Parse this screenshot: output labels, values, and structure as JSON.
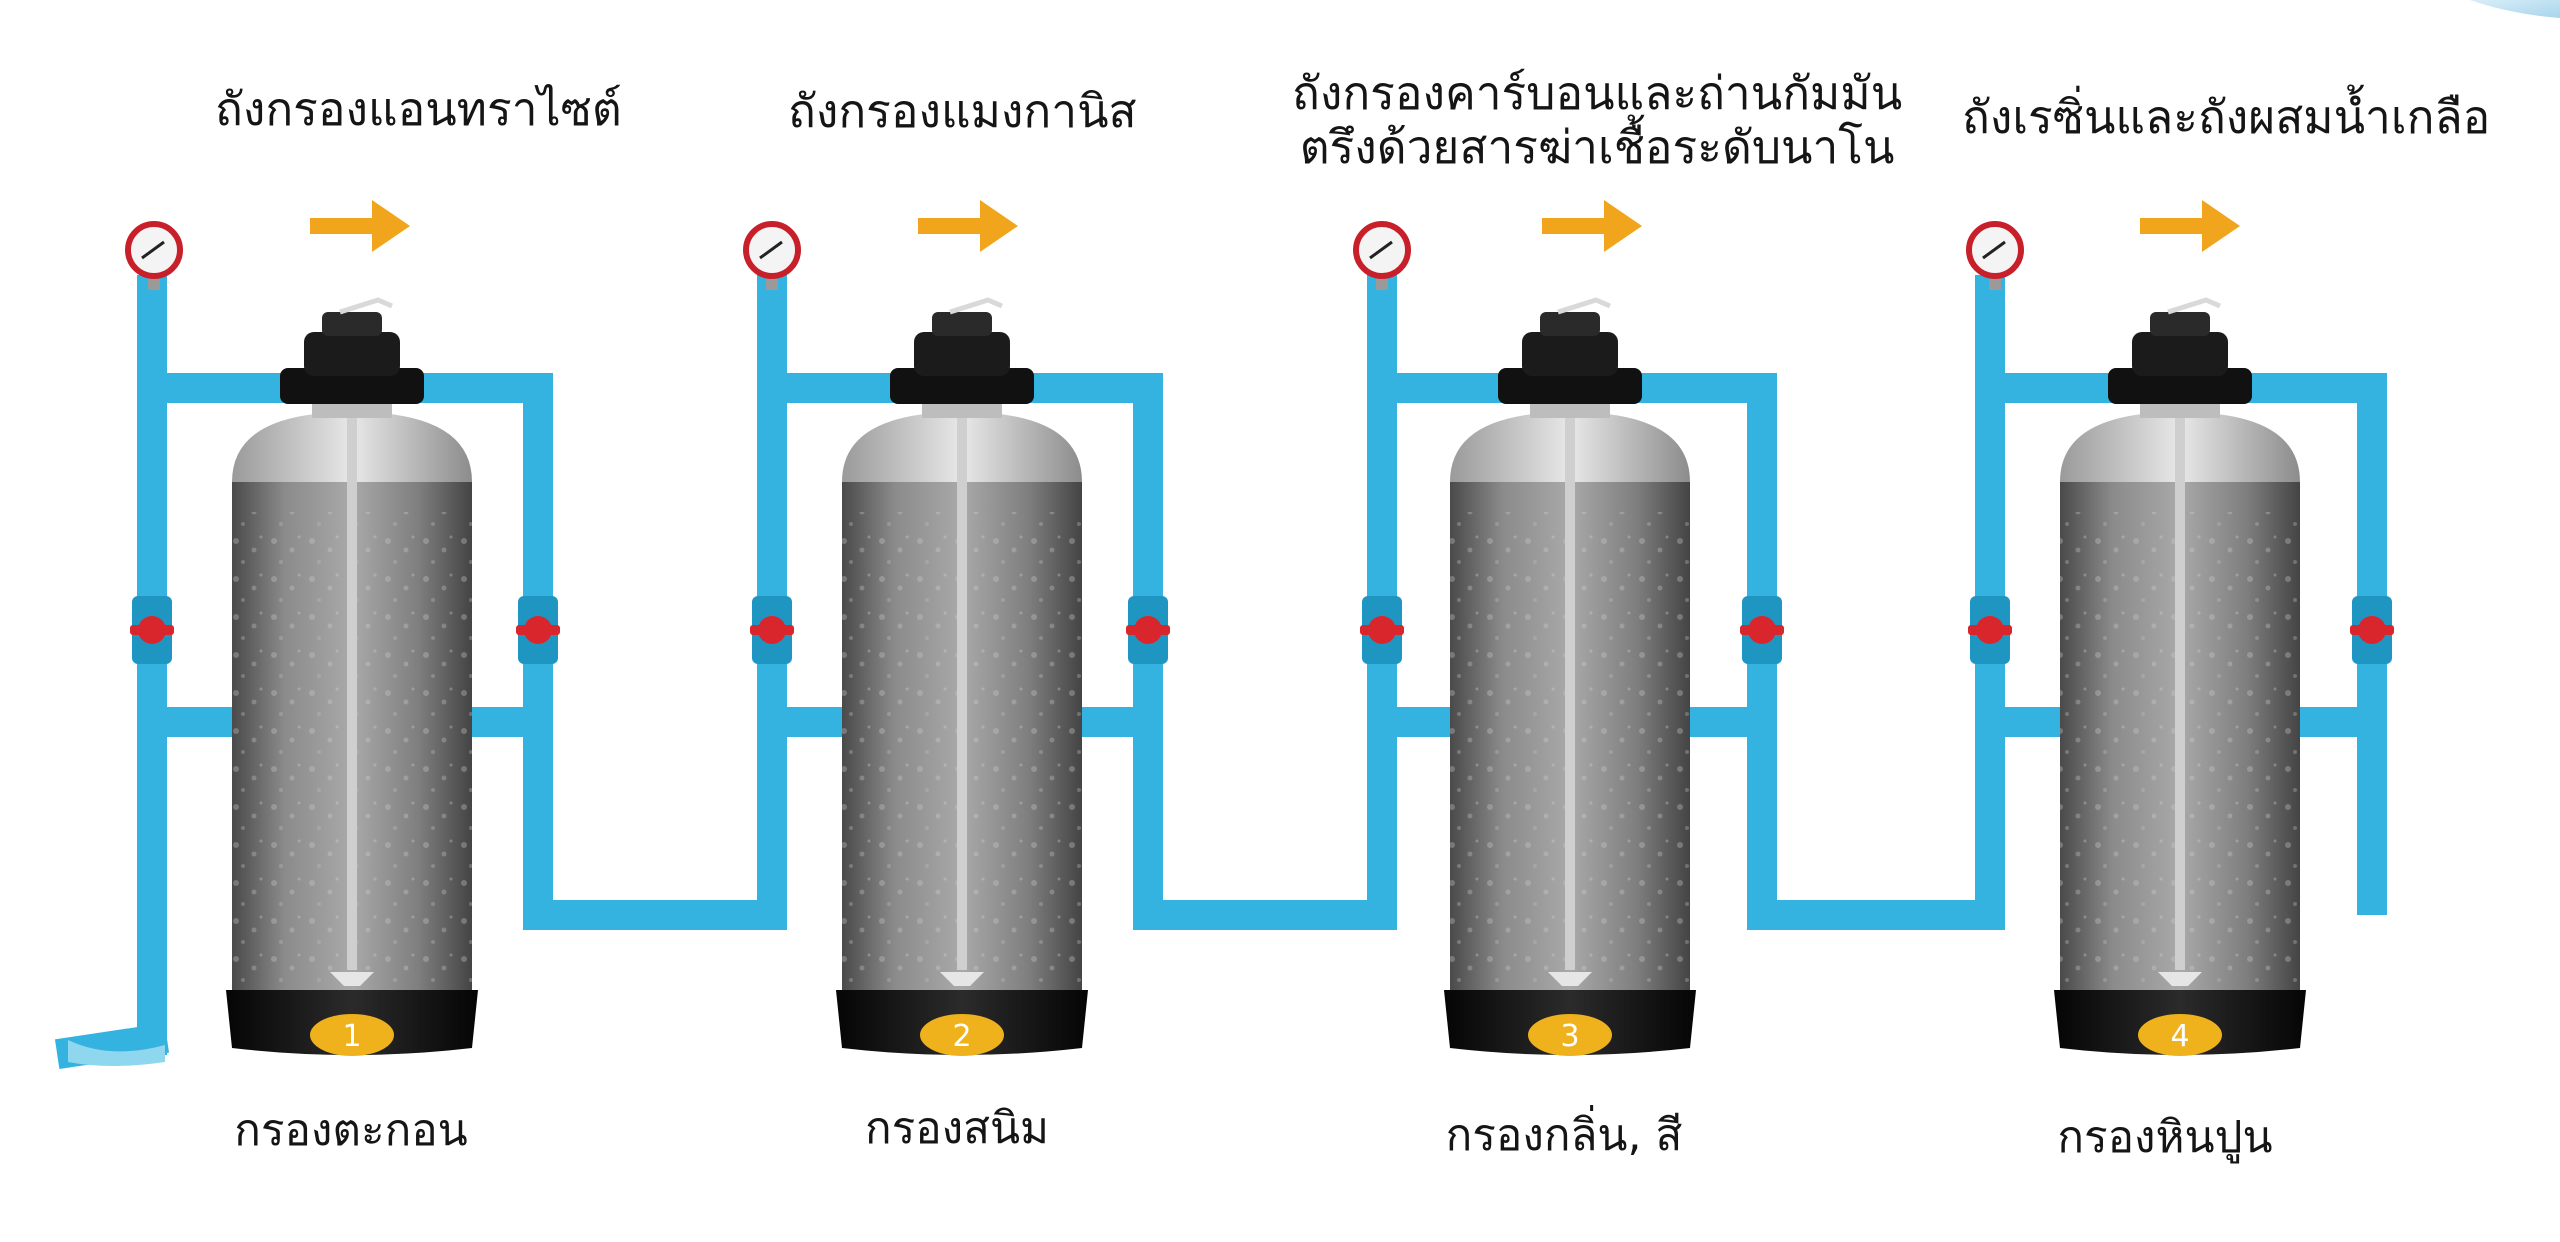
{
  "diagram": {
    "stages": [
      {
        "number": "1",
        "title": [
          "ถังกรองแอนทราไซต์"
        ],
        "caption": "กรองตะกอน"
      },
      {
        "number": "2",
        "title": [
          "ถังกรองแมงกานิส"
        ],
        "caption": "กรองสนิม"
      },
      {
        "number": "3",
        "title": [
          "ถังกรองคาร์บอนและถ่านกัมมัน",
          "ตรึงด้วยสารฆ่าเชื้อระดับนาโน"
        ],
        "caption": "กรองกลิ่น, สี"
      },
      {
        "number": "4",
        "title": [
          "ถังเรซิ่นและถังผสมน้ำเกลือ"
        ],
        "caption": "กรองหินปูน"
      }
    ],
    "colors": {
      "pipe": "#35b3e0",
      "pipe_dark": "#1f95c2",
      "valve": "#d8262c",
      "arrow": "#f0a51c",
      "badge": "#efb21c",
      "tank_base": "#121212",
      "tank_body": "#6d6d6d",
      "gauge_ring": "#c8202a"
    },
    "icons": [
      "pressure-gauge-icon",
      "flow-arrow-icon",
      "ball-valve-icon",
      "control-valve-head-icon"
    ]
  }
}
